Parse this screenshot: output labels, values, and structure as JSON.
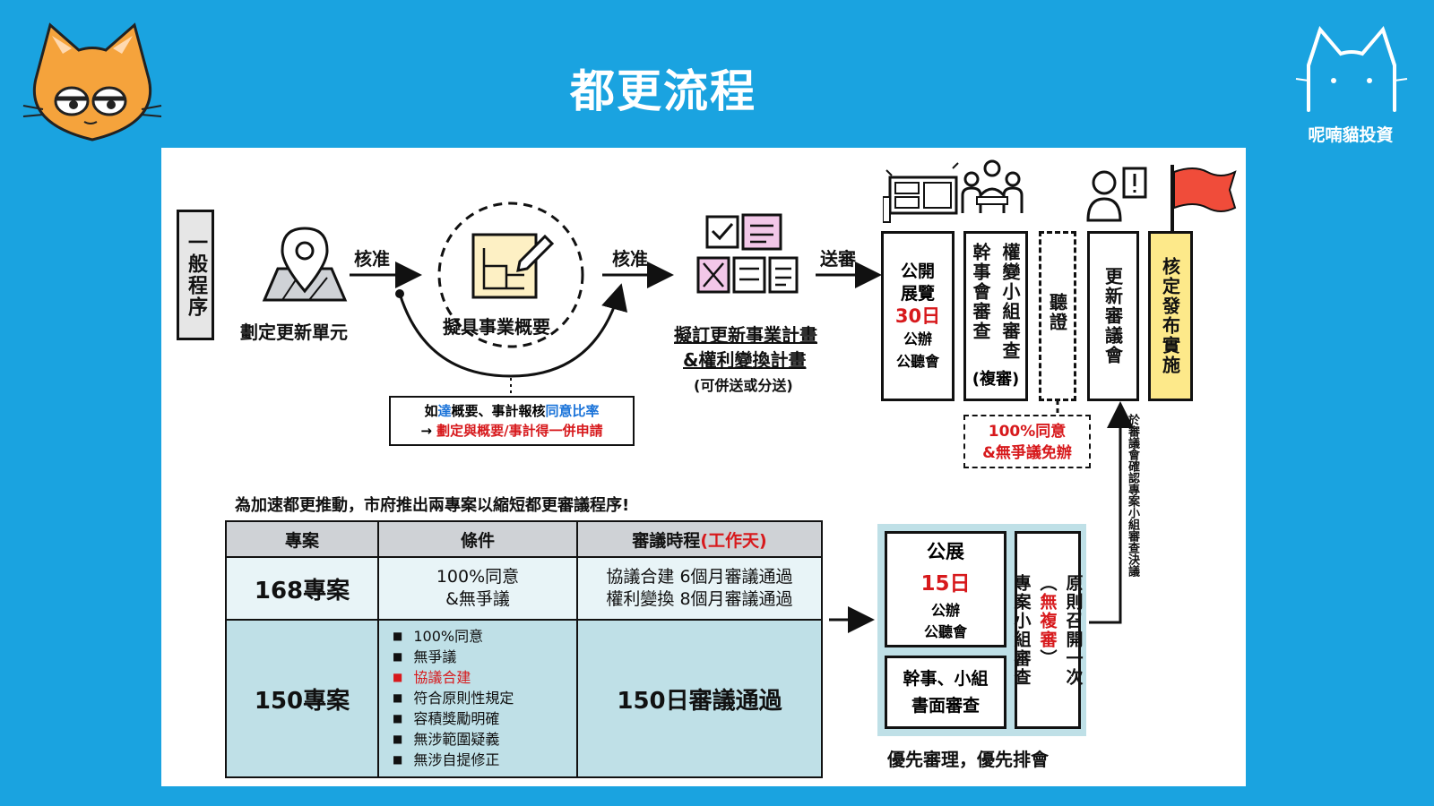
{
  "header": {
    "title": "都更流程",
    "brand_name": "呢喃貓投資"
  },
  "flow": {
    "side_label": "一般程序",
    "step1": "劃定更新單元",
    "arrow1": "核准",
    "step2": "擬具事業概要",
    "arrow2": "核准",
    "step3_line1": "擬訂更新事業計畫",
    "step3_line2": "&權利變換計畫",
    "step3_note": "(可併送或分送)",
    "arrow3": "送審",
    "note_line1_a": "如",
    "note_line1_b": "達",
    "note_line1_c": "概要、事計報核",
    "note_line1_d": "同意比率",
    "note_line2_a": "→ ",
    "note_line2_b": "劃定與概要/事計得一併申請"
  },
  "review": {
    "exhibit_line1": "公開",
    "exhibit_line2": "展覽",
    "exhibit_days": "30日",
    "exhibit_line4": "公辦",
    "exhibit_line5": "公聽會",
    "group_col_a": "權變小組審查",
    "group_col_b": "幹事會審查",
    "group_recheck": "(複審)",
    "hearing": "聽證",
    "hearing_note_line1": "100%同意",
    "hearing_note_line2": "&無爭議免辦",
    "council": "更新審議會",
    "final": "核定發布實施",
    "council_note": "於審議會確認專案小組審查決議"
  },
  "fasttrack": {
    "intro": "為加速都更推動，市府推出兩專案以縮短都更審議程序!",
    "table": {
      "headers": [
        "專案",
        "條件",
        "審議時程"
      ],
      "header_red": "(工作天)",
      "rows": [
        {
          "name": "168專案",
          "cond_line1": "100%同意",
          "cond_line2": "&無爭議",
          "schedule_line1": "協議合建 6個月審議通過",
          "schedule_line2": "權利變換 8個月審議通過"
        },
        {
          "name": "150專案",
          "conditions": [
            "100%同意",
            "無爭議",
            "協議合建",
            "符合原則性規定",
            "容積獎勵明確",
            "無涉範圍疑義",
            "無涉自提修正"
          ],
          "schedule": "150日審議通過"
        }
      ]
    },
    "exhibit_line1": "公展",
    "exhibit_days": "15日",
    "exhibit_line3": "公辦",
    "exhibit_line4": "公聽會",
    "paper_line1": "幹事、小組",
    "paper_line2": "書面審查",
    "meeting_col_a": "原則召開一次",
    "meeting_col_b_pre": "（",
    "meeting_col_b_red": "無複審",
    "meeting_col_b_post": "）",
    "meeting_col_c": "專案小組審查",
    "priority": "優先審理，優先排會"
  },
  "colors": {
    "background": "#1aa3e0",
    "accent_red": "#d7191c",
    "accent_blue": "#1a73d9",
    "final_box": "#fde98a",
    "table_light": "#e8f4f7",
    "table_teal": "#bfe0e7"
  }
}
